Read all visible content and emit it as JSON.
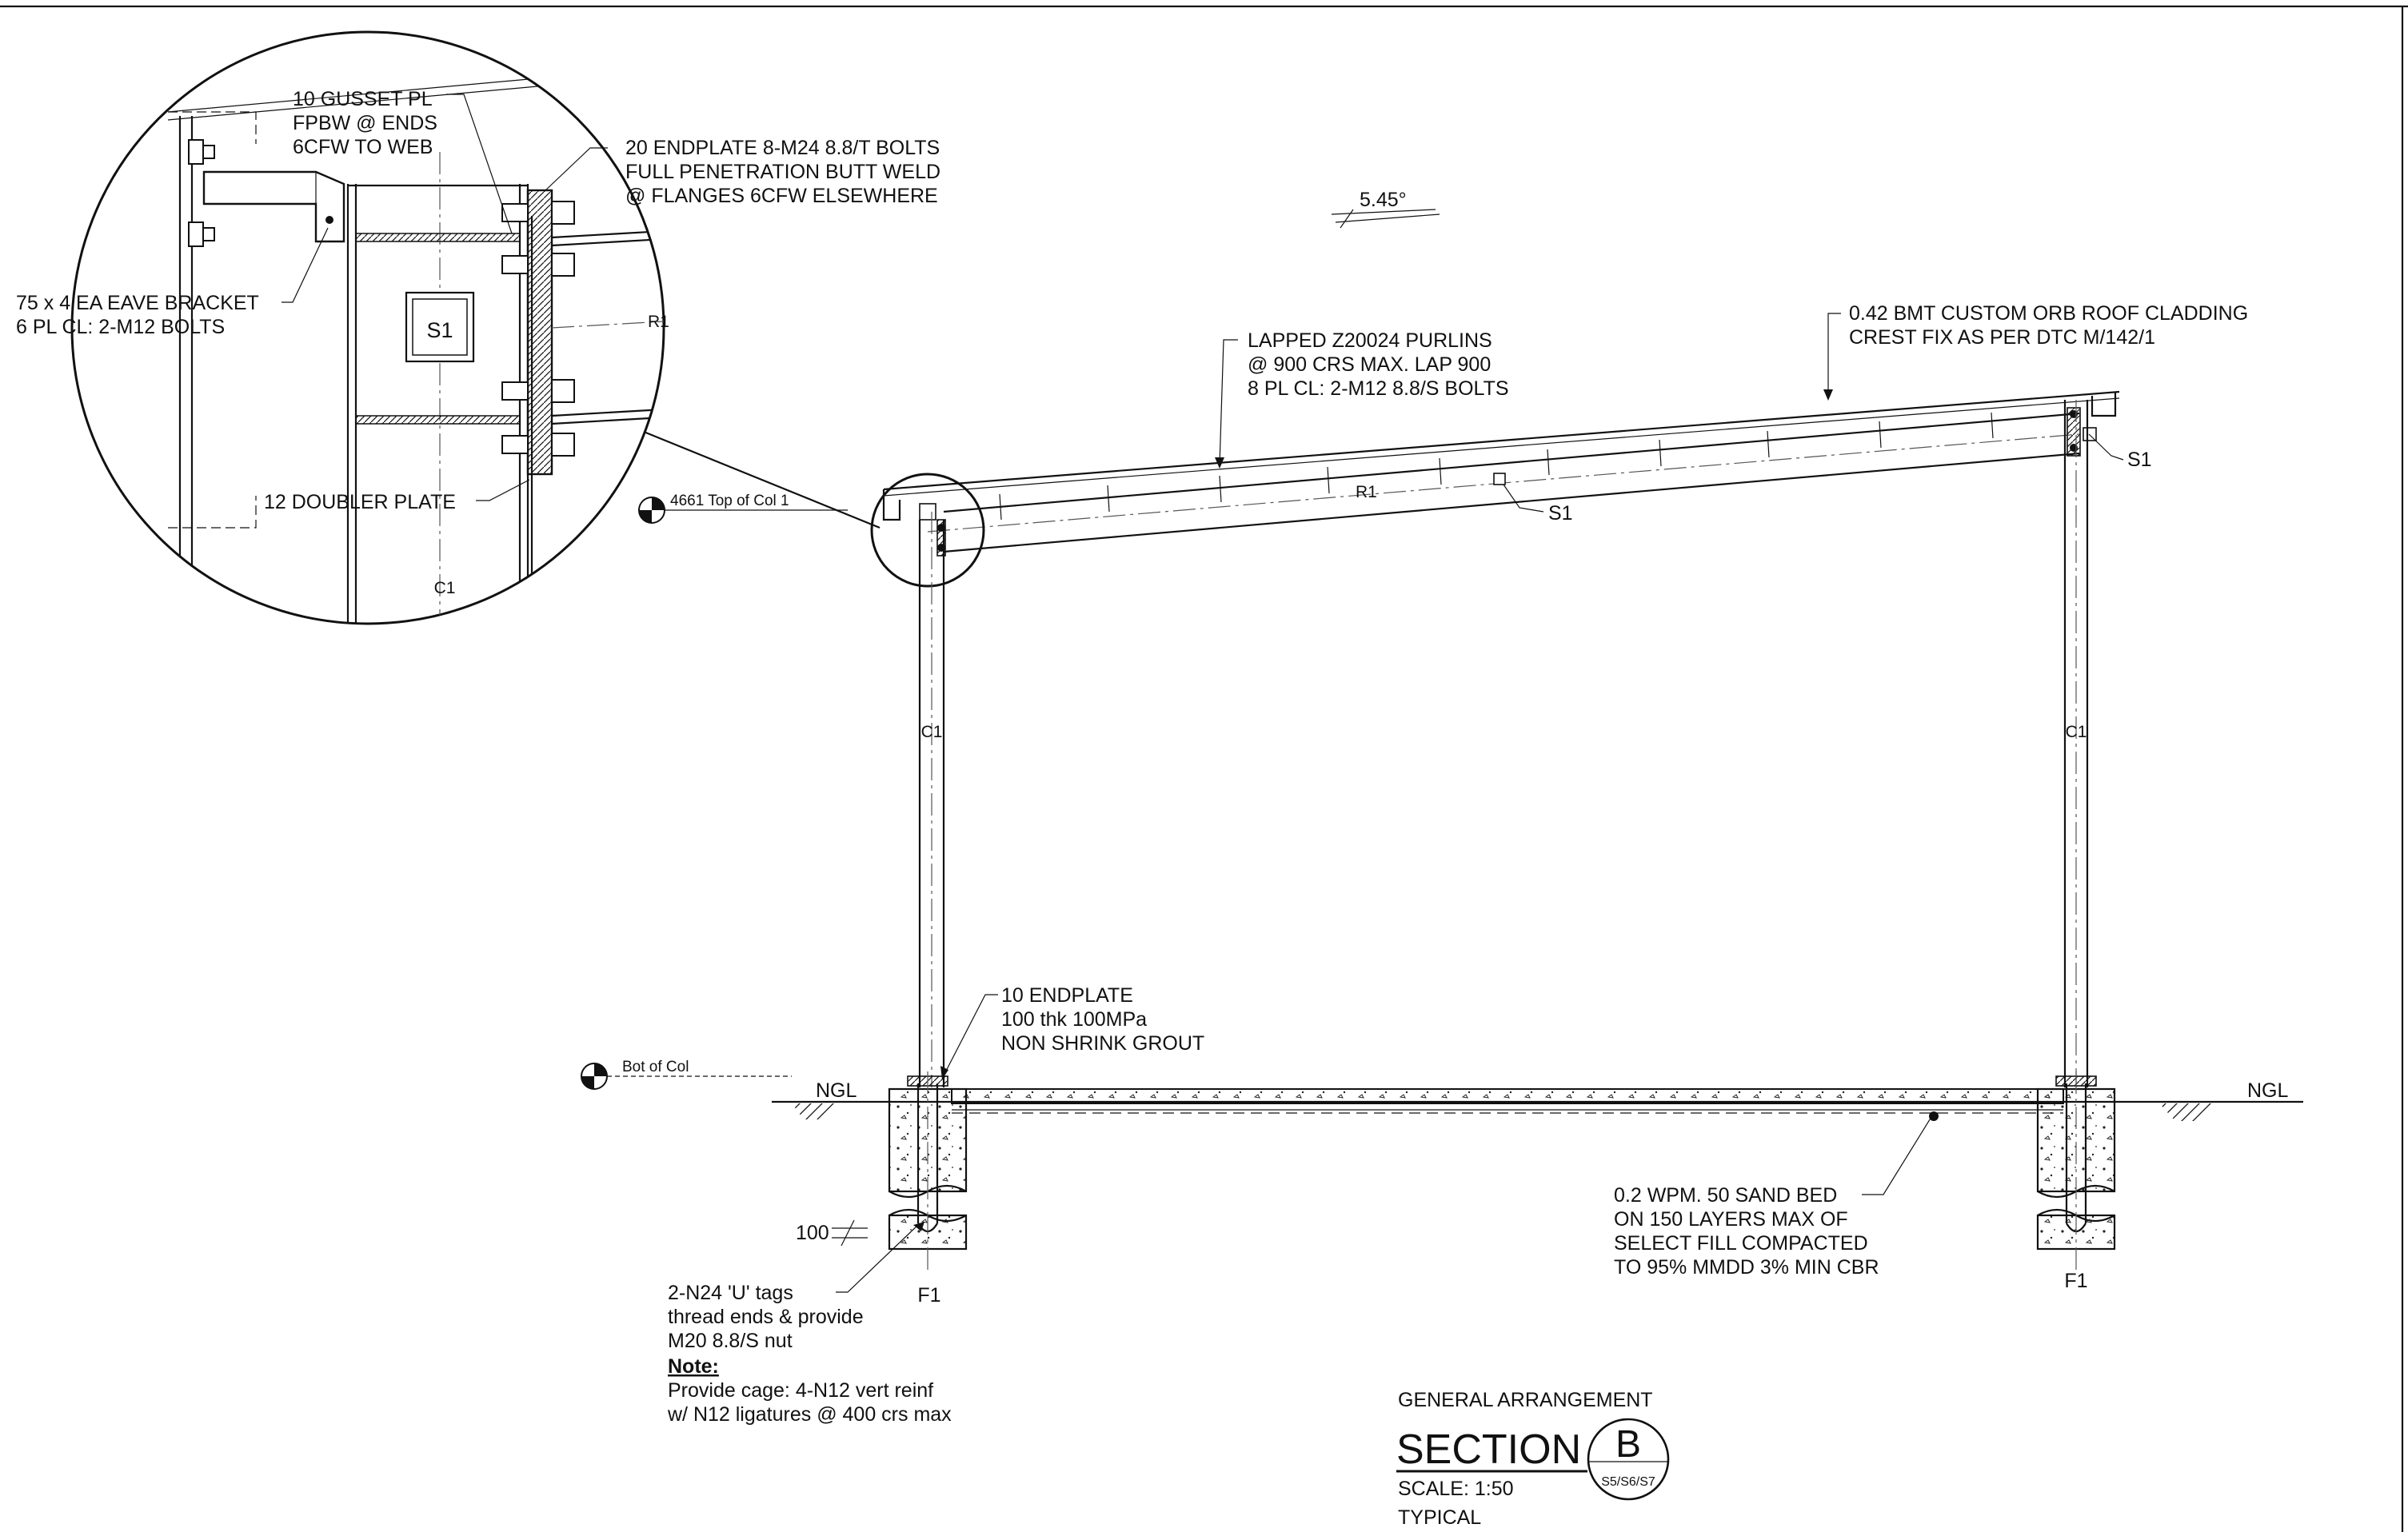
{
  "annotations": {
    "gusset": [
      "10 GUSSET PL",
      "FPBW @ ENDS",
      "6CFW TO WEB"
    ],
    "endplate": [
      "20 ENDPLATE 8-M24 8.8/T BOLTS",
      "FULL PENETRATION BUTT WELD",
      "@ FLANGES 6CFW ELSEWHERE"
    ],
    "eave_bracket": [
      "75 x 4 EA EAVE BRACKET",
      "6 PL CL: 2-M12 BOLTS"
    ],
    "doubler": "12 DOUBLER PLATE",
    "slope": "5.45°",
    "cladding": [
      "0.42 BMT CUSTOM ORB ROOF CLADDING",
      "CREST FIX AS PER DTC M/142/1"
    ],
    "purlins": [
      "LAPPED Z20024 PURLINS",
      "@ 900 CRS MAX. LAP 900",
      "8 PL CL: 2-M12 8.8/S BOLTS"
    ],
    "base_endplate": [
      "10 ENDPLATE",
      "100 thk 100MPa",
      "NON SHRINK GROUT"
    ],
    "slab": [
      "0.2 WPM.  50 SAND BED",
      "ON 150 LAYERS MAX OF",
      "SELECT FILL COMPACTED",
      "TO 95% MMDD 3% MIN CBR"
    ],
    "tags": [
      "2-N24 'U' tags",
      "thread ends & provide",
      "M20 8.8/S nut"
    ],
    "note_heading": "Note:",
    "note_body": [
      "Provide cage: 4-N12 vert reinf",
      "w/ N12 ligatures @ 400 crs max"
    ],
    "dim_100": "100"
  },
  "labels": {
    "s1": "S1",
    "r1": "R1",
    "c1": "C1",
    "f1": "F1",
    "ngl": "NGL"
  },
  "levels": {
    "top_of_col": "4661 Top of Col 1",
    "bot_of_col": "Bot of Col"
  },
  "title_block": {
    "heading": "GENERAL ARRANGEMENT",
    "section": "SECTION",
    "section_letter": "B",
    "sheet_refs": "S5/S6/S7",
    "scale": "SCALE: 1:50",
    "typical": "TYPICAL"
  }
}
